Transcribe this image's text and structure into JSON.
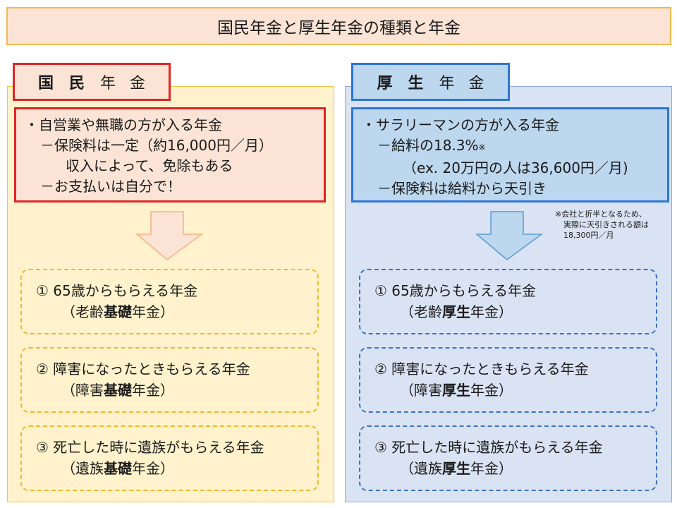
{
  "title": "国民年金と厚生年金の種類と年金",
  "left": {
    "label_bold": "国民",
    "label_normal": "年金",
    "info": {
      "line1": "・自営業や無職の方が入る年金",
      "line2": "－保険料は一定（約16,000円／月）",
      "line3": "収入によって、免除もある",
      "line4": "－お支払いは自分で！"
    },
    "pensions": [
      {
        "main": "① 65歳からもらえる年金",
        "pre": "（老齢",
        "bold": "基礎",
        "post": "年金）"
      },
      {
        "main": "② 障害になったときもらえる年金",
        "pre": "（障害",
        "bold": "基礎",
        "post": "年金）"
      },
      {
        "main": "③ 死亡した時に遺族がもらえる年金",
        "pre": "（遺族",
        "bold": "基礎",
        "post": "年金）"
      }
    ]
  },
  "right": {
    "label_bold": "厚生",
    "label_normal": "年金",
    "info": {
      "line1": "・サラリーマンの方が入る年金",
      "line2": "－給料の18.3%",
      "line2_mark": "※",
      "line3": "（ex. 20万円の人は36,600円／月)",
      "line4": "－保険料は給料から天引き"
    },
    "note": {
      "line1": "※会社と折半となるため、",
      "line2": "実際に天引きされる額は",
      "line3": "18,300円／月"
    },
    "pensions": [
      {
        "main": "① 65歳からもらえる年金",
        "pre": "（老齢",
        "bold": "厚生",
        "post": "年金）"
      },
      {
        "main": "② 障害になったときもらえる年金",
        "pre": "（障害",
        "bold": "厚生",
        "post": "年金）"
      },
      {
        "main": "③ 死亡した時に遺族がもらえる年金",
        "pre": "（遺族",
        "bold": "厚生",
        "post": "年金）"
      }
    ]
  },
  "colors": {
    "left_accent": "#e02424",
    "right_accent": "#2e75d6",
    "left_panel": "#fff2cc",
    "right_panel": "#dae3f3"
  }
}
